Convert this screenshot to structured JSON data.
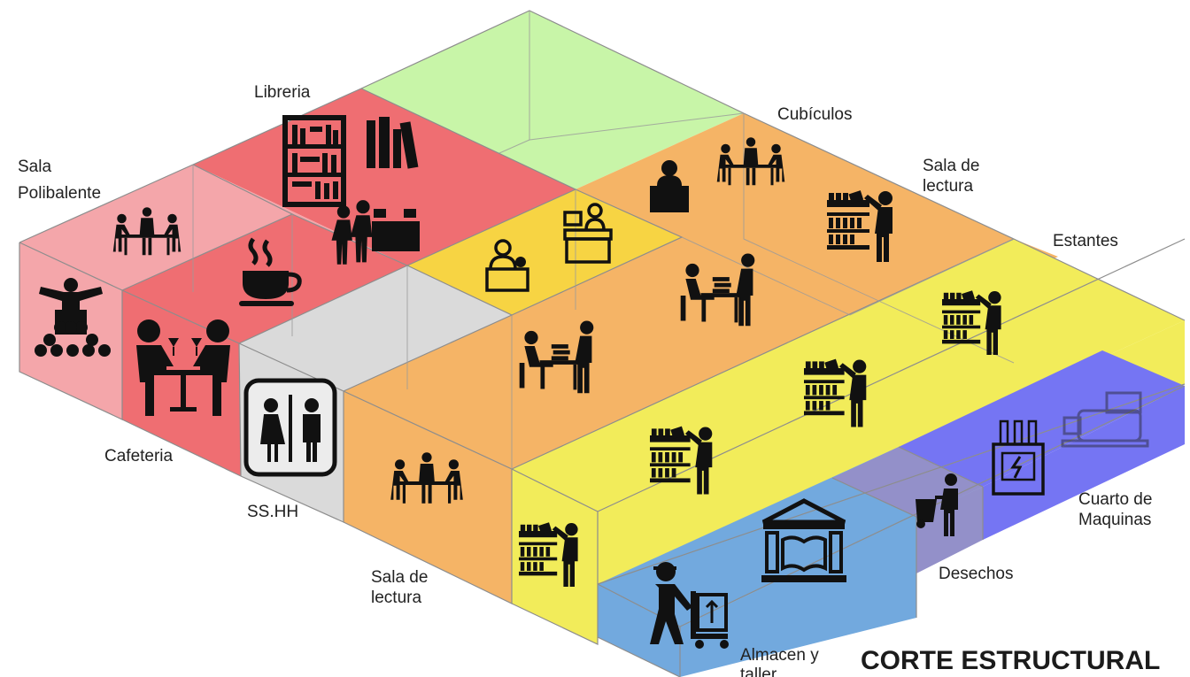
{
  "diagram": {
    "title": "CORTE ESTRUCTURAL",
    "colors": {
      "green": "#c8f5a8",
      "pink": "#f4a6aa",
      "red": "#ef6e72",
      "gray": "#dadada",
      "yellow_gold": "#f7d443",
      "orange": "#f5b466",
      "yellow": "#f2ec5a",
      "blue": "#72a9de",
      "purple": "#9390c9",
      "violet": "#7575f3"
    },
    "spaces": [
      {
        "id": "sala-polibalente",
        "label": "Sala\nPolibalente",
        "color": "pink",
        "icons": [
          "dining-table-people-icon",
          "speaker-audience-icon"
        ]
      },
      {
        "id": "libreria",
        "label": "Libreria",
        "color": "red",
        "icons": [
          "bookshelf-icon",
          "books-icon",
          "queue-counter-icon"
        ]
      },
      {
        "id": "cafeteria",
        "label": "Cafeteria",
        "color": "red",
        "icons": [
          "coffee-cup-icon",
          "couple-drinking-icon"
        ]
      },
      {
        "id": "ss-hh",
        "label": "SS.HH",
        "color": "gray",
        "icons": [
          "restroom-icon"
        ]
      },
      {
        "id": "cubiculos",
        "label": "Cubículos",
        "color": "orange",
        "icons": [
          "reading-desk-icon",
          "group-study-icon"
        ]
      },
      {
        "id": "sala-lectura-alta",
        "label": "Sala de\nlectura",
        "color": "orange",
        "icons": [
          "librarian-icon",
          "reading-people-icon"
        ]
      },
      {
        "id": "estantes",
        "label": "Estantes",
        "color": "yellow",
        "icons": [
          "bookshelf-person-icon"
        ]
      },
      {
        "id": "sala-lectura-baja",
        "label": "Sala de\nlectura",
        "color": "orange",
        "icons": [
          "group-study-icon",
          "reading-people-icon"
        ]
      },
      {
        "id": "desechos",
        "label": "Desechos",
        "color": "purple",
        "icons": [
          "trash-cart-icon"
        ]
      },
      {
        "id": "cuarto-maquinas",
        "label": "Cuarto de\nMaquinas",
        "color": "violet",
        "icons": [
          "transformer-icon",
          "generator-icon"
        ]
      },
      {
        "id": "almacen-taller",
        "label": "Almacen y\ntaller",
        "color": "blue",
        "icons": [
          "worker-cart-icon",
          "library-building-icon"
        ]
      }
    ]
  }
}
